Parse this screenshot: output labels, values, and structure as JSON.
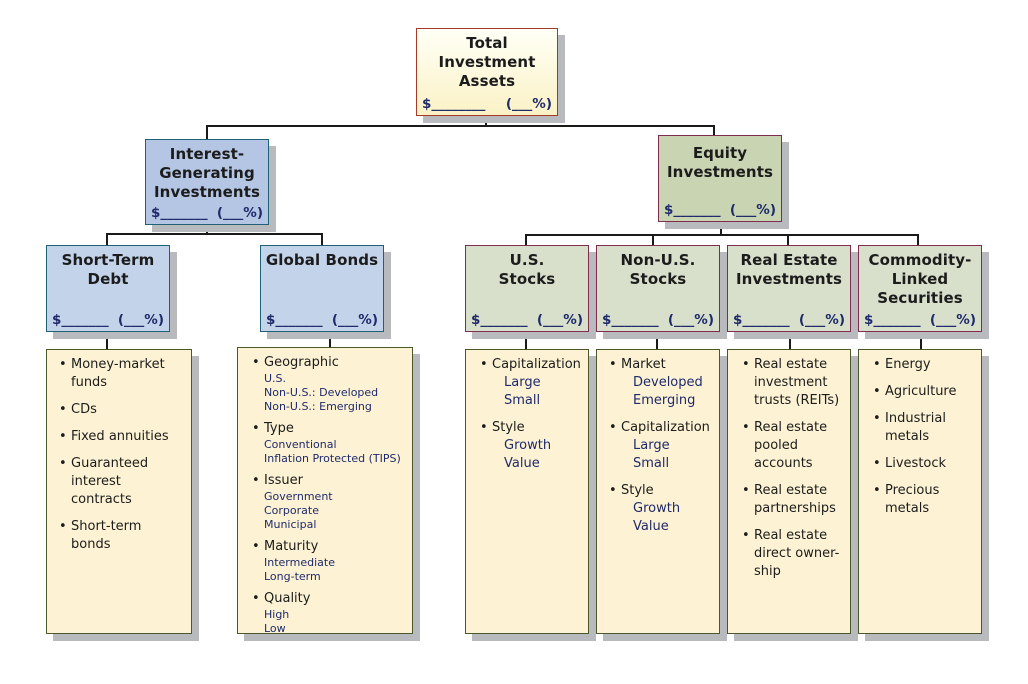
{
  "amount_template": {
    "dollar": "$_______",
    "percent": "(___%)"
  },
  "root": {
    "title": "Total Investment Assets",
    "lines": [
      "Total",
      "Investment",
      "Assets"
    ],
    "dollar": "$________",
    "percent": "(___%)"
  },
  "level1": [
    {
      "id": "interest",
      "lines": [
        "Interest-",
        "Generating",
        "Investments"
      ],
      "dollar": "$_______",
      "percent": "(___%)"
    },
    {
      "id": "equity",
      "lines": [
        "Equity",
        "Investments"
      ],
      "dollar": "$_______",
      "percent": "(___%)"
    }
  ],
  "level2": [
    {
      "id": "short-term-debt",
      "lines": [
        "Short-Term",
        "Debt"
      ],
      "dollar": "$_______",
      "percent": "(___%)",
      "items": [
        {
          "label": "Money-market funds",
          "sub": []
        },
        {
          "label": "CDs",
          "sub": []
        },
        {
          "label": "Fixed annuities",
          "sub": []
        },
        {
          "label": "Guaranteed interest contracts",
          "sub": []
        },
        {
          "label": "Short-term bonds",
          "sub": []
        }
      ]
    },
    {
      "id": "global-bonds",
      "lines": [
        "Global Bonds"
      ],
      "dollar": "$_______",
      "percent": "(___%)",
      "items": [
        {
          "label": "Geographic",
          "sub": [
            "U.S.",
            "Non-U.S.: Developed",
            "Non-U.S.: Emerging"
          ]
        },
        {
          "label": "Type",
          "sub": [
            "Conventional",
            "Inflation Protected (TIPS)"
          ]
        },
        {
          "label": "Issuer",
          "sub": [
            "Government",
            "Corporate",
            "Municipal"
          ]
        },
        {
          "label": "Maturity",
          "sub": [
            "Intermediate",
            "Long-term"
          ]
        },
        {
          "label": "Quality",
          "sub": [
            "High",
            "Low"
          ]
        }
      ]
    },
    {
      "id": "us-stocks",
      "lines": [
        "U.S.",
        "Stocks"
      ],
      "dollar": "$_______",
      "percent": "(___%)",
      "items": [
        {
          "label": "Capitalization",
          "sub": [
            "Large",
            "Small"
          ]
        },
        {
          "label": "Style",
          "sub": [
            "Growth",
            "Value"
          ]
        }
      ]
    },
    {
      "id": "non-us-stocks",
      "lines": [
        "Non-U.S.",
        "Stocks"
      ],
      "dollar": "$_______",
      "percent": "(___%)",
      "items": [
        {
          "label": "Market",
          "sub": [
            "Developed",
            "Emerging"
          ]
        },
        {
          "label": "Capitalization",
          "sub": [
            "Large",
            "Small"
          ]
        },
        {
          "label": "Style",
          "sub": [
            "Growth",
            "Value"
          ]
        }
      ]
    },
    {
      "id": "real-estate",
      "lines": [
        "Real Estate",
        "Investments"
      ],
      "dollar": "$_______",
      "percent": "(___%)",
      "items": [
        {
          "label": "Real estate investment trusts (REITs)",
          "sub": []
        },
        {
          "label": "Real estate pooled accounts",
          "sub": []
        },
        {
          "label": "Real estate partnerships",
          "sub": []
        },
        {
          "label": "Real estate direct owner-ship",
          "sub": []
        }
      ]
    },
    {
      "id": "commodity",
      "lines": [
        "Commodity-",
        "Linked",
        "Securities"
      ],
      "dollar": "$_______",
      "percent": "(___%)",
      "items": [
        {
          "label": "Energy",
          "sub": []
        },
        {
          "label": "Agriculture",
          "sub": []
        },
        {
          "label": "Industrial metals",
          "sub": []
        },
        {
          "label": "Livestock",
          "sub": []
        },
        {
          "label": "Precious metals",
          "sub": []
        }
      ]
    }
  ]
}
